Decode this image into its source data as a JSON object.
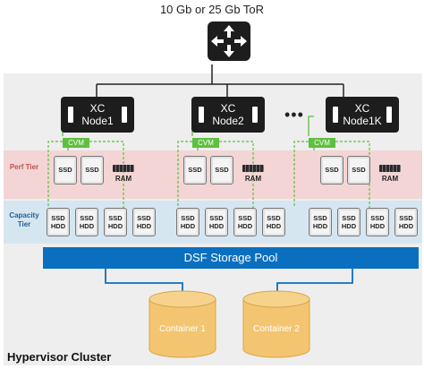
{
  "tor_label": "10 Gb or 25 Gb ToR",
  "cluster_label": "Hypervisor Cluster",
  "tiers": {
    "perf": "Perf Tier",
    "capacity": "Capacity Tier"
  },
  "nodes": [
    {
      "line1": "XC",
      "line2": "Node1"
    },
    {
      "line1": "XC",
      "line2": "Node2"
    },
    {
      "line1": "XC",
      "line2": "Node1K"
    }
  ],
  "ellipsis": "•••",
  "cvm_label": "CVM",
  "ssd_label": "SSD",
  "hdd_label": "HDD",
  "ram_label": "RAM",
  "storage_pool": "DSF Storage Pool",
  "containers": [
    "Container 1",
    "Container 2"
  ],
  "colors": {
    "perf_tier": "#f2d5d4",
    "capacity_tier": "#d6e6f1",
    "storage_pool": "#0b6fbf",
    "cvm": "#5fbf3f",
    "container": "#f3c571"
  },
  "icons": [
    "switch-icon",
    "ssd-icon",
    "ram-icon",
    "container-icon"
  ]
}
